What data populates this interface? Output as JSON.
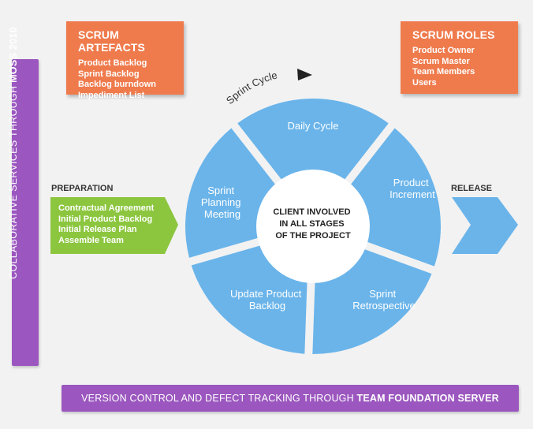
{
  "scrum_artefacts": {
    "title": "SCRUM ARTEFACTS",
    "items": [
      "Product Backlog",
      "Sprint Backlog",
      "Backlog burndown",
      "Impediment List"
    ]
  },
  "scrum_roles": {
    "title": "SCRUM ROLES",
    "items": [
      "Product Owner",
      "Scrum Master",
      "Team Members",
      "Users"
    ]
  },
  "side_bar": {
    "text_regular": "COLLABORATIVE SERVICES THROUGH ",
    "text_bold": "MOSS 2010"
  },
  "bottom_bar": {
    "text_regular": "VERSION CONTROL AND DEFECT TRACKING THROUGH ",
    "text_bold": "TEAM FOUNDATION SERVER"
  },
  "preparation": {
    "label": "PREPARATION",
    "items": [
      "Contractual Agreement",
      "Initial Product Backlog",
      "Initial Release Plan",
      "Assemble Team"
    ]
  },
  "release": {
    "label": "RELEASE"
  },
  "cycle": {
    "label": "Sprint Cycle",
    "center_lines": [
      "CLIENT INVOLVED",
      "IN ALL STAGES",
      "OF THE PROJECT"
    ],
    "segments": [
      {
        "id": "daily-cycle",
        "lines": [
          "Daily Cycle"
        ]
      },
      {
        "id": "product-increment",
        "lines": [
          "Product",
          "Increment"
        ]
      },
      {
        "id": "sprint-retrospective",
        "lines": [
          "Sprint",
          "Retrospective"
        ]
      },
      {
        "id": "update-product-backlog",
        "lines": [
          "Update Product",
          "Backlog"
        ]
      },
      {
        "id": "sprint-planning-meeting",
        "lines": [
          "Sprint",
          "Planning",
          "Meeting"
        ]
      }
    ]
  },
  "colors": {
    "orange": "#ef7b4d",
    "purple": "#9b57bf",
    "green": "#8cc63f",
    "blue": "#6ab4ea",
    "background": "#f2f2f2"
  }
}
